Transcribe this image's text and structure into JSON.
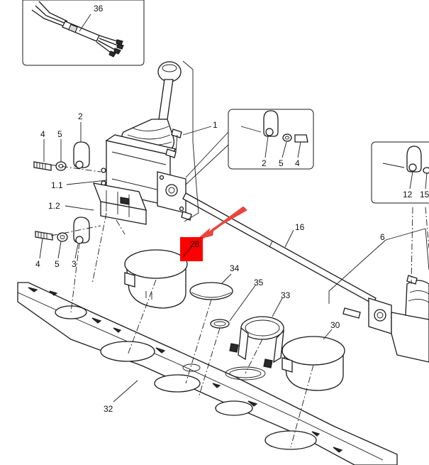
{
  "labels": {
    "l36": "36",
    "l1": "1",
    "l2a": "2",
    "l4a": "4",
    "l5a": "5",
    "l11": "1.1",
    "l12": "1.2",
    "l4b": "4",
    "l5b": "5",
    "l3": "3",
    "l2b": "2",
    "l5c": "5",
    "l4c": "4",
    "l12r": "12",
    "l15": "15",
    "l16": "16",
    "l6": "6",
    "l28": "28",
    "l34": "34",
    "l35": "35",
    "l33": "33",
    "l30": "30",
    "l32": "32"
  },
  "colors": {
    "highlight": "#ff0000",
    "arrow": "#e8453c",
    "line": "#1a1a1a"
  }
}
